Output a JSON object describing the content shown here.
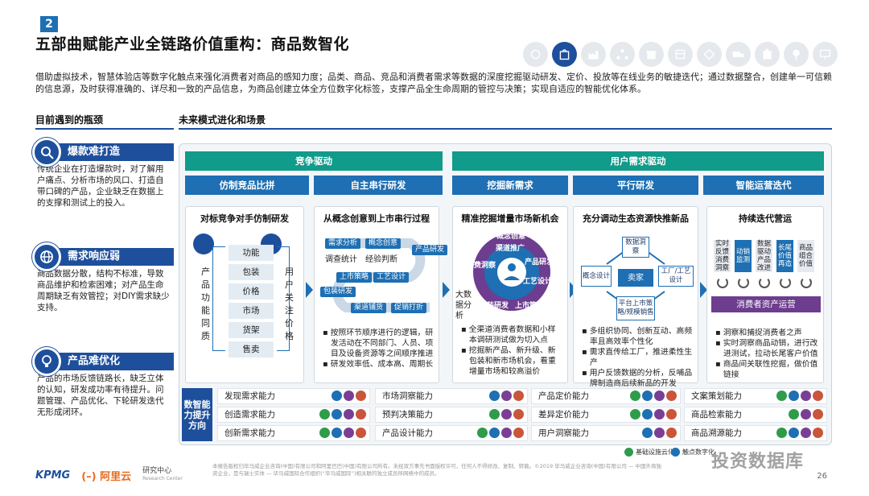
{
  "chapter": "2",
  "title": "五部曲赋能产业全链路价值重构：商品数智化",
  "icon_strip": [
    "gift-icon",
    "bag-icon",
    "factory-icon",
    "network-icon",
    "giftbox-icon",
    "store-icon",
    "chat-icon",
    "truck-icon",
    "hospital-icon",
    "tree-icon",
    "monitor-icon"
  ],
  "description": "借助虚拟技术，智慧体验店等数字化触点来强化消费者对商品的感知力度；品类、商品、竞品和消费者需求等数据的深度挖掘驱动研发、定价、投放等在线业务的敏捷迭代；通过数据整合，创建单一可信赖的信息源，及时获得准确的、详尽和一致的产品信息，为商品创建立体全方位数字化标签，支撑产品全生命周期的管控与决策；实现自适应的智能优化体系。",
  "left_section_title": "目前遇到的瓶颈",
  "right_section_title": "未来模式进化和场景",
  "bottlenecks": [
    {
      "title": "爆款难打造",
      "text": "传统企业在打造爆款时，对了解用户痛点、分析市场的风口、打造自带口碑的产品，企业缺乏在数据上的支撑和测试上的投入。"
    },
    {
      "title": "需求响应弱",
      "text": "商品数据分散，结构不标准，导致商品维护和检索困难；对产品生命周期缺乏有效管控；对DIY需求缺少支持。"
    },
    {
      "title": "产品难优化",
      "text": "产品的市场反馈链路长，缺乏立体的认知，研发成功率有待提升。问题管理、产品优化、下轮研发迭代无形成闭环。"
    }
  ],
  "drivers": {
    "competition": "竞争驱动",
    "user_demand": "用户需求驱动"
  },
  "stages": [
    "仿制竞品比拼",
    "自主串行研发",
    "挖掘新需求",
    "平行研发",
    "智能运营迭代"
  ],
  "cards": [
    {
      "title": "对标竞争对手仿制研发",
      "left_label": "产品功能同质",
      "items": [
        "功能",
        "包装",
        "价格",
        "市场",
        "货架",
        "售卖"
      ],
      "right_label": "用户关注价格"
    },
    {
      "title": "从概念创意到上市串行过程",
      "pills": [
        "需求分析",
        "概念创意",
        "上市策略",
        "工艺设计",
        "渠道铺货",
        "促销打折"
      ],
      "plain": [
        "调查统计",
        "经验判断"
      ],
      "ring_pills": [
        "产品研发",
        "包装研发"
      ],
      "bullets": [
        "按照环节顺序进行的逻辑，研发活动在不同部门、人员、项目及设备资源等之间顺序推进",
        "研发效率低、成本高、周期长"
      ]
    },
    {
      "title": "精准挖掘增量市场新机会",
      "ring": [
        "概念创意",
        "渠道推广",
        "消费洞察",
        "产品研发",
        "工艺设计",
        "包装研发",
        "上市策略"
      ],
      "side_label": "大数据分析",
      "bullets": [
        "全渠道消费者数据和小样本调研测试做为切入点",
        "挖掘新产品、新升级、新包装和新市场机会，看重增量市场和较高溢价"
      ]
    },
    {
      "title": "充分调动生态资源快推新品",
      "nodes": {
        "center": "卖家",
        "top": "数据洞察",
        "left": "概念设计",
        "right": "工厂/工艺设计",
        "bottom": "平台上市策略/规模销售"
      },
      "bullets": [
        "多组织协同、创新互动、高频率且高效率个性化",
        "需求直传给工厂，推进柔性生产",
        "用户反馈数据的分析，反哺品牌制造商后续新品的开发"
      ]
    },
    {
      "title": "持续迭代营运",
      "minis": [
        "实时反馈消费洞察",
        "动销监测",
        "数据驱动产品改进",
        "长尾价值再造",
        "商品组合价值"
      ],
      "consumer_bar": "消费者资产运营",
      "bullets": [
        "洞察和捕捉消费者之声",
        "实时洞察商品动销，进行改进测试，拉动长尾客户价值",
        "商品间关联性挖掘，做价值链接"
      ]
    }
  ],
  "capability_header": "数智能力提升方向",
  "capabilities": [
    [
      {
        "label": "发现需求能力",
        "dots": [
          "b",
          "p",
          "o"
        ]
      },
      {
        "label": "创造需求能力",
        "dots": [
          "g",
          "b",
          "p",
          "o"
        ]
      },
      {
        "label": "创新需求能力",
        "dots": [
          "g",
          "b",
          "p",
          "o"
        ]
      }
    ],
    [
      {
        "label": "市场洞察能力",
        "dots": [
          "b",
          "p",
          "o"
        ]
      },
      {
        "label": "预判决策能力",
        "dots": [
          "g",
          "p",
          "o"
        ]
      },
      {
        "label": "产品设计能力",
        "dots": [
          "g",
          "b",
          "p",
          "o"
        ]
      }
    ],
    [
      {
        "label": "产品定价能力",
        "dots": [
          "g",
          "b",
          "p",
          "o"
        ]
      },
      {
        "label": "差异定价能力",
        "dots": [
          "g",
          "b",
          "p",
          "o"
        ]
      },
      {
        "label": "用户洞察能力",
        "dots": [
          "b",
          "p",
          "o"
        ]
      }
    ],
    [
      {
        "label": "文案策划能力",
        "dots": [
          "g",
          "b",
          "p",
          "o"
        ]
      },
      {
        "label": "商品检索能力",
        "dots": [
          "g",
          "p",
          "o"
        ]
      },
      {
        "label": "商品溯源能力",
        "dots": [
          "g",
          "b",
          "p",
          "o"
        ]
      }
    ]
  ],
  "legend": [
    {
      "dot": "g",
      "label": "基础设施云化"
    },
    {
      "dot": "b",
      "label": "触点数字化"
    }
  ],
  "logos": {
    "kpmg": "KPMG",
    "ali": "阿里云",
    "ali_sub": "研究中心",
    "ali_sub_en": "Research Center"
  },
  "footnote": "本报告版权归毕马威企业咨询(中国)有限公司和阿里巴巴(中国)有限公司所有。未经双方事先书面授权许可，任何人不得修改、复制、转载。©2019 毕马威企业咨询(中国)有限公司 — 中国外商独资企业，是与瑞士实体 — 毕马威国际合作组织(“毕马威国际”)相关联的独立成员所网络中的成员。",
  "watermark": "投资数据库",
  "page_number": "26",
  "colors": {
    "navy": "#1e4f9c",
    "blue": "#1e6fb3",
    "teal": "#109b8a",
    "purple": "#6d3d8f"
  }
}
